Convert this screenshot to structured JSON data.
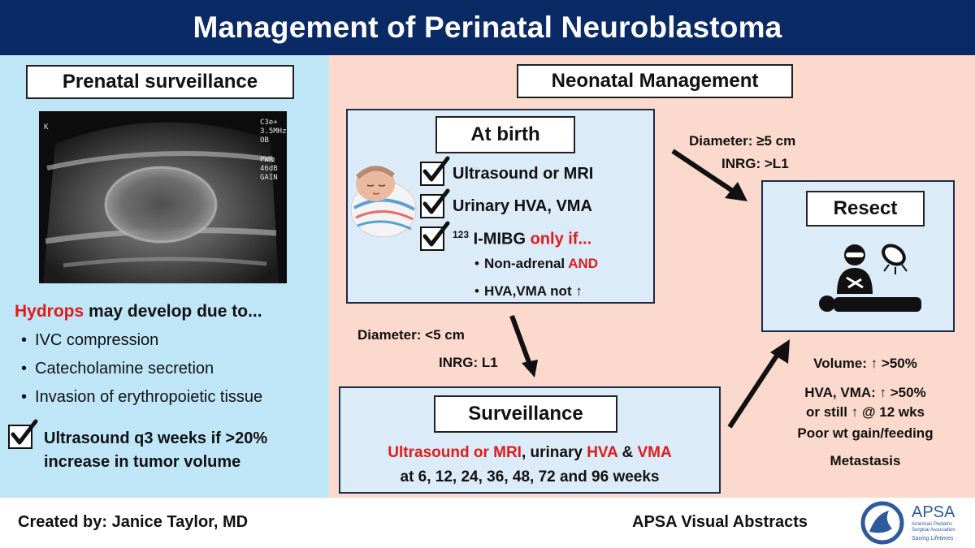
{
  "title": "Management of Perinatal Neuroblastoma",
  "prenatal": {
    "heading": "Prenatal surveillance",
    "ultrasound_labels": [
      "C3e+",
      "3.5MHz",
      "OB",
      "PWR",
      "46dB",
      "GAIN",
      "K"
    ],
    "hydrops_word": "Hydrops",
    "hydrops_rest": " may develop due to...",
    "causes": [
      "IVC compression",
      "Catecholamine secretion",
      "Invasion of erythropoietic tissue"
    ],
    "recommendation_line1": "Ultrasound q3 weeks if >20%",
    "recommendation_line2": "increase in tumor volume"
  },
  "neonatal": {
    "heading": "Neonatal Management",
    "at_birth": {
      "heading": "At birth",
      "items": [
        "Ultrasound or MRI",
        "Urinary HVA, VMA"
      ],
      "mibg_sup": "123",
      "mibg_text": " I-MIBG ",
      "mibg_cond": "only if...",
      "conditions": [
        {
          "text": "Non-adrenal ",
          "emph": "AND"
        },
        {
          "text": "HVA,VMA not ↑",
          "emph": ""
        }
      ]
    },
    "to_resect_criteria": {
      "diameter_prefix": "Diameter: ",
      "diameter_value": "≥5 cm",
      "inrg": "INRG: >L1"
    },
    "to_surveillance_criteria": {
      "diameter": "Diameter: <5 cm",
      "inrg": "INRG: L1"
    },
    "resect": {
      "heading": "Resect"
    },
    "surveillance": {
      "heading": "Surveillance",
      "line1_parts": [
        {
          "text": "Ultrasound or MRI",
          "color": "#e01b1b"
        },
        {
          "text": ", urinary ",
          "color": "#111111"
        },
        {
          "text": "HVA",
          "color": "#e01b1b"
        },
        {
          "text": " & ",
          "color": "#111111"
        },
        {
          "text": "VMA",
          "color": "#e01b1b"
        }
      ],
      "line2": "at 6, 12, 24, 36, 48, 72 and 96 weeks"
    },
    "escalation_criteria": [
      "Volume: ↑ >50%",
      "HVA, VMA: ↑ >50%",
      "or still ↑ @ 12 wks",
      "Poor wt gain/feeding",
      "Metastasis"
    ]
  },
  "footer": {
    "author": "Created by: Janice Taylor, MD",
    "series": "APSA Visual Abstracts",
    "logo_text": "APSA",
    "logo_sub1": "American Pediatric",
    "logo_sub2": "Surgical Association",
    "logo_tagline": "Saving Lifetimes"
  },
  "colors": {
    "header": "#0a2a66",
    "prenatal_bg": "#bfe6f7",
    "neonatal_bg": "#fbd9cc",
    "box_bg": "#dcebf8",
    "emphasis": "#e01b1b",
    "logo": "#2c5a9c"
  }
}
